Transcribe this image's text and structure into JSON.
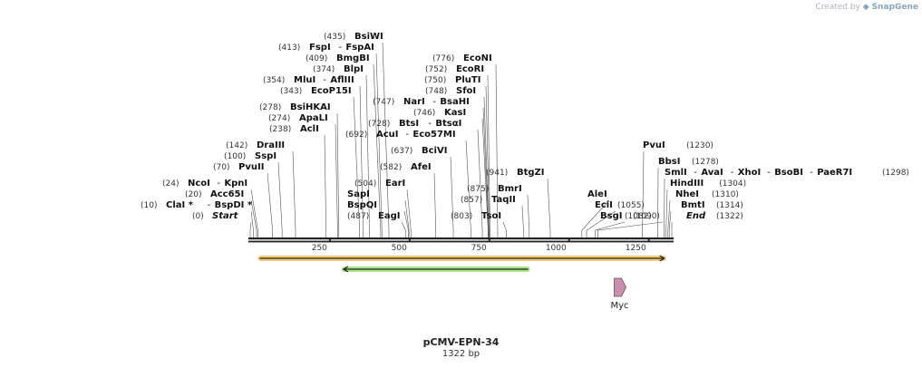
{
  "credit": {
    "prefix": "Created by",
    "brand": "SnapGene"
  },
  "map": {
    "name": "pCMV-EPN-34",
    "size_label": "1322 bp",
    "length": 1322
  },
  "ruler": {
    "ticks": [
      250,
      500,
      750,
      1000,
      1250
    ]
  },
  "sites": [
    {
      "pos": 0,
      "posLabel": "(0)",
      "names": [
        "Start"
      ],
      "italic": true
    },
    {
      "pos": 10,
      "posLabel": "(10)",
      "names": [
        "ClaI *",
        "BspDI *"
      ]
    },
    {
      "pos": 20,
      "posLabel": "(20)",
      "names": [
        "Acc65I"
      ]
    },
    {
      "pos": 24,
      "posLabel": "(24)",
      "names": [
        "NcoI",
        "KpnI"
      ]
    },
    {
      "pos": 70,
      "posLabel": "(70)",
      "names": [
        "PvuII"
      ]
    },
    {
      "pos": 100,
      "posLabel": "(100)",
      "names": [
        "SspI"
      ]
    },
    {
      "pos": 142,
      "posLabel": "(142)",
      "names": [
        "DraIII"
      ]
    },
    {
      "pos": 238,
      "posLabel": "(238)",
      "names": [
        "AclI"
      ]
    },
    {
      "pos": 274,
      "posLabel": "(274)",
      "names": [
        "ApaLI"
      ]
    },
    {
      "pos": 278,
      "posLabel": "(278)",
      "names": [
        "BsiHKAI"
      ]
    },
    {
      "pos": 343,
      "posLabel": "(343)",
      "names": [
        "EcoP15I"
      ]
    },
    {
      "pos": 354,
      "posLabel": "(354)",
      "names": [
        "MluI",
        "AflIII"
      ]
    },
    {
      "pos": 374,
      "posLabel": "(374)",
      "names": [
        "BlpI"
      ]
    },
    {
      "pos": 409,
      "posLabel": "(409)",
      "names": [
        "BmgBI"
      ]
    },
    {
      "pos": 413,
      "posLabel": "(413)",
      "names": [
        "FspI",
        "FspAI"
      ]
    },
    {
      "pos": 435,
      "posLabel": "(435)",
      "names": [
        "BsiWI"
      ]
    },
    {
      "pos": 487,
      "posLabel": "(487)",
      "names": [
        "EagI"
      ]
    },
    {
      "pos": 496,
      "posLabel": "",
      "names": [
        "BspQI"
      ]
    },
    {
      "pos": 498,
      "posLabel": "",
      "names": [
        "SapI"
      ]
    },
    {
      "pos": 504,
      "posLabel": "(504)",
      "names": [
        "EarI"
      ]
    },
    {
      "pos": 582,
      "posLabel": "(582)",
      "names": [
        "AfeI"
      ]
    },
    {
      "pos": 637,
      "posLabel": "(637)",
      "names": [
        "BciVI"
      ]
    },
    {
      "pos": 692,
      "posLabel": "(692)",
      "names": [
        "AcuI",
        "Eco57MI"
      ]
    },
    {
      "pos": 728,
      "posLabel": "(728)",
      "names": [
        "BtsI",
        "BtsαI"
      ]
    },
    {
      "pos": 746,
      "posLabel": "(746)",
      "names": [
        "KasI"
      ]
    },
    {
      "pos": 747,
      "posLabel": "(747)",
      "names": [
        "NarI",
        "BsaHI"
      ]
    },
    {
      "pos": 748,
      "posLabel": "(748)",
      "names": [
        "SfoI"
      ]
    },
    {
      "pos": 750,
      "posLabel": "(750)",
      "names": [
        "PluTI"
      ]
    },
    {
      "pos": 752,
      "posLabel": "(752)",
      "names": [
        "EcoRI"
      ]
    },
    {
      "pos": 776,
      "posLabel": "(776)",
      "names": [
        "EcoNI"
      ]
    },
    {
      "pos": 803,
      "posLabel": "(803)",
      "names": [
        "TsoI"
      ]
    },
    {
      "pos": 857,
      "posLabel": "(857)",
      "names": [
        "TaqII"
      ]
    },
    {
      "pos": 875,
      "posLabel": "(875)",
      "names": [
        "BmrI"
      ]
    },
    {
      "pos": 941,
      "posLabel": "(941)",
      "names": [
        "BtgZI"
      ]
    },
    {
      "pos": 1040,
      "posLabel": "",
      "names": [
        "AleI"
      ]
    },
    {
      "pos": 1055,
      "posLabel": "(1055)",
      "names": [
        "EciI"
      ]
    },
    {
      "pos": 1082,
      "posLabel": "(1082)",
      "names": [
        "BsgI"
      ]
    },
    {
      "pos": 1090,
      "posLabel": "(1090)",
      "names": []
    },
    {
      "pos": 1230,
      "posLabel": "(1230)",
      "names": [
        "PvuI"
      ]
    },
    {
      "pos": 1278,
      "posLabel": "(1278)",
      "names": [
        "BbsI"
      ]
    },
    {
      "pos": 1298,
      "posLabel": "(1298)",
      "names": [
        "SmlI",
        "AvaI",
        "XhoI",
        "BsoBI",
        "PaeR7I"
      ]
    },
    {
      "pos": 1304,
      "posLabel": "(1304)",
      "names": [
        "HindIII"
      ]
    },
    {
      "pos": 1310,
      "posLabel": "(1310)",
      "names": [
        "NheI"
      ]
    },
    {
      "pos": 1314,
      "posLabel": "(1314)",
      "names": [
        "BmtI"
      ]
    },
    {
      "pos": 1322,
      "posLabel": "(1322)",
      "names": [
        "End"
      ],
      "italic": true
    }
  ],
  "features": [
    {
      "type": "orf",
      "start": 24,
      "end": 1304,
      "strand": "+",
      "color": "#f5c26b",
      "outline": "#ff8000"
    },
    {
      "type": "orf",
      "start": 287,
      "end": 877,
      "strand": "-",
      "color": "#9ee07a",
      "outline": "#4aaa2a"
    },
    {
      "type": "tag",
      "name": "Myc",
      "start": 1150,
      "end": 1165,
      "strand": "+",
      "color": "#c98fae"
    }
  ],
  "colors": {
    "backbone": "#222222",
    "leader": "#555555",
    "label": "#111111"
  }
}
